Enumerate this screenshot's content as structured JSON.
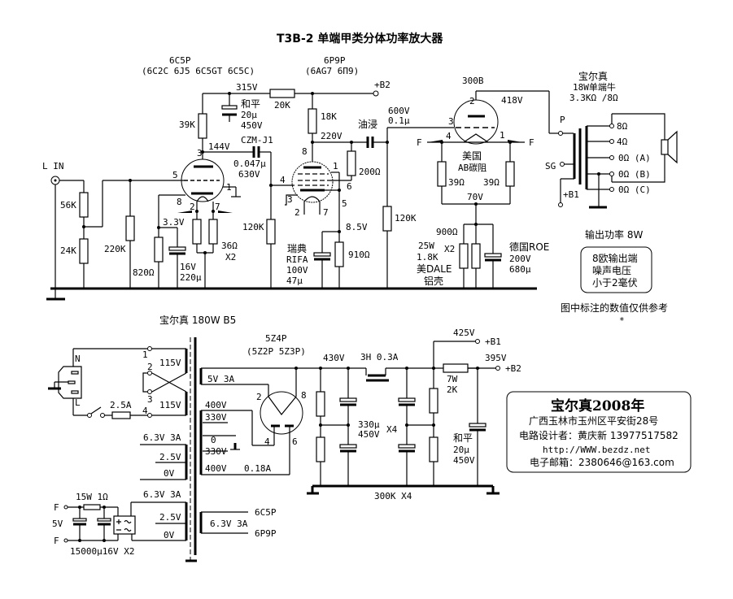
{
  "title": "T3B-2 单端甲类分体功率放大器",
  "amp": {
    "v1": {
      "name": "6C5P",
      "equivalents": "(6C2C 6J5 6C5GT 6C5C)",
      "pins": {
        "plate": "3",
        "grid": "5",
        "cathode": "8",
        "h1": "2",
        "h2": "7",
        "p1": "1"
      }
    },
    "v2": {
      "name": "6P9P",
      "equivalents": "(6AG7 6Π9)",
      "pins": {
        "plate": "8",
        "grid": "4",
        "g2": "6",
        "k": "5",
        "p1": "1",
        "p3": "3",
        "h1": "2",
        "h2": "7"
      }
    },
    "v3": {
      "name": "300B",
      "pins": {
        "plate": "2",
        "grid": "3",
        "f1": "4",
        "f2": "1"
      }
    },
    "input_label": "L IN",
    "r_56k": "56K",
    "r_24k": "24K",
    "r_220k": "220K",
    "r_820": "820Ω",
    "v_3_3": "3.3V",
    "c_16v": "16V",
    "c_220u": "220μ",
    "r_36": "36Ω",
    "r_36_x2": "X2",
    "r_39k": "39K",
    "v_315": "315V",
    "r_20k": "20K",
    "c_hp_brand": "和平",
    "c_hp_val": "20μ",
    "c_hp_volt": "450V",
    "v_144": "144V",
    "c_czm": "CZM-J1",
    "c_czm_val": "0.047μ",
    "c_czm_volt": "630V",
    "r_120k_a": "120K",
    "b2_label": "+B2",
    "r_18k": "18K",
    "v_220": "220V",
    "r_200": "200Ω",
    "c_oil": "油浸",
    "c_oil_volt": "600V",
    "c_oil_val": "0.1μ",
    "r_120k_b": "120K",
    "v_8_5": "8.5V",
    "r_910": "910Ω",
    "c_rifa_1": "瑞典",
    "c_rifa_2": "RIFA",
    "c_rifa_3": "100V",
    "c_rifa_4": "47μ",
    "v_418": "418V",
    "f_label": "F",
    "r_ab_1": "美国",
    "r_ab_2": "AB碳阻",
    "r_39a": "39Ω",
    "r_39b": "39Ω",
    "v_70": "70V",
    "r_900": "900Ω",
    "r_dale_1": "25W",
    "r_dale_2": "1.8K",
    "r_dale_x2": "X2",
    "r_dale_3": "美DALE",
    "r_dale_4": "铝壳",
    "c_roe_1": "德国ROE",
    "c_roe_2": "200V",
    "c_roe_3": "680μ"
  },
  "ot": {
    "brand": "宝尔真",
    "spec": "18W单端牛",
    "ratio": "3.3KΩ /8Ω",
    "p": "P",
    "sg": "SG",
    "b1": "+B1",
    "taps": [
      "8Ω",
      "4Ω",
      "0Ω (A)",
      "0Ω (B)",
      "0Ω (C)"
    ]
  },
  "notes": {
    "power": "输出功率 8W",
    "noise": [
      "8欧输出端",
      "噪声电压",
      "小于2毫伏"
    ],
    "ref": "图中标注的数值仅供参考",
    "star": "*"
  },
  "psu": {
    "pt_label": "宝尔真 180W B5",
    "mains": {
      "n": "N",
      "l": "L",
      "fuse": "2.5A",
      "pins": [
        "1",
        "2",
        "3",
        "4"
      ],
      "pri_a": "115V",
      "pri_b": "115V"
    },
    "sec": {
      "s5v": "5V 3A",
      "hv": [
        "400V",
        "330V",
        "0",
        "330V",
        "400V"
      ],
      "hv_current": "0.18A",
      "h1": {
        "cur": "6.3V 3A",
        "mid": "2.5V",
        "zero": "0V"
      },
      "h2": {
        "cur": "6.3V 3A",
        "mid": "2.5V",
        "zero": "0V"
      },
      "h3": {
        "cur": "6.3V 3A",
        "t1": "6C5P",
        "t2": "6P9P"
      }
    },
    "rect": {
      "name": "5Z4P",
      "equivalents": "(5Z2P 5Z3P)",
      "pins": [
        "2",
        "8",
        "4",
        "6"
      ]
    },
    "v_430": "430V",
    "choke": "3H 0.3A",
    "c_330_1": "330μ",
    "c_330_2": "450V",
    "c_330_x4": "X4",
    "r_300k": "300K X4",
    "v_425": "425V",
    "b1": "+B1",
    "v_395": "395V",
    "b2": "+B2",
    "r_2k_1": "7W",
    "r_2k_2": "2K",
    "c_hp_1": "和平",
    "c_hp_2": "20μ",
    "c_hp_3": "450V",
    "dc": {
      "r": "15W 1Ω",
      "f1": "F",
      "v": "5V",
      "f2": "F",
      "c": "15000μ16V X2"
    }
  },
  "credits": {
    "name": "宝尔真2008年",
    "addr": "广西玉林市玉州区平安街28号",
    "designer": "电路设计者：黄庆新 13977517582",
    "url": "http://WWW.bezdz.net",
    "email": "电子邮箱：2380646@163.com"
  }
}
